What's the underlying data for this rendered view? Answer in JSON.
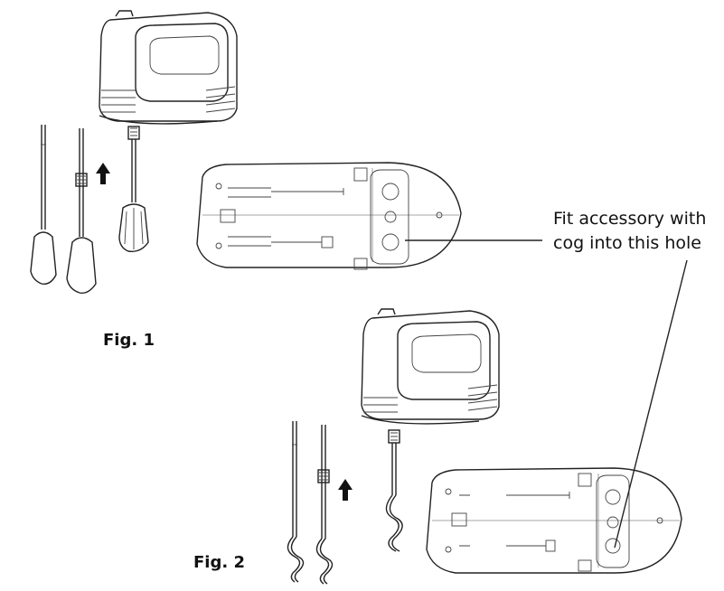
{
  "figures": [
    {
      "label": "Fig. 1"
    },
    {
      "label": "Fig. 2"
    }
  ],
  "callout": {
    "line1": "Fit accessory with",
    "line2": "cog into this hole"
  },
  "icons": [
    "up-arrow-icon",
    "up-arrow-icon"
  ],
  "colors": {
    "ink": "#222222",
    "background": "#ffffff"
  }
}
